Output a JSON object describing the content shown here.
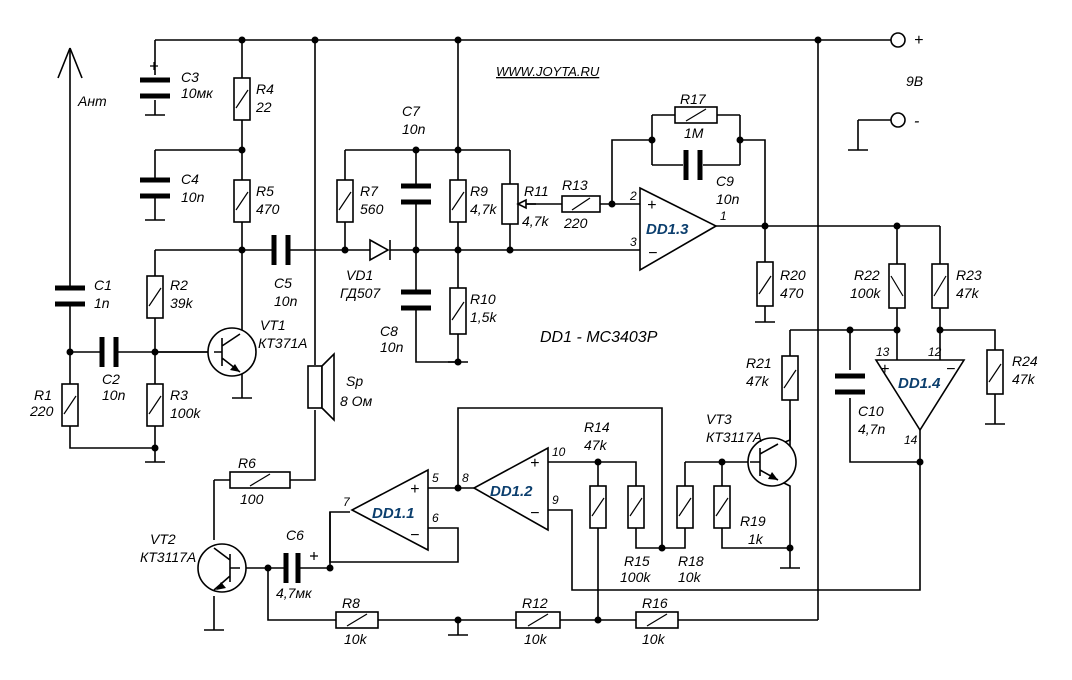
{
  "site": "WWW.JOYTA.RU",
  "chip": "DD1 - MC3403P",
  "supply": {
    "plus": "+",
    "minus": "-",
    "voltage": "9В"
  },
  "antenna": "Ант",
  "opamps": {
    "dd11": "DD1.1",
    "dd12": "DD1.2",
    "dd13": "DD1.3",
    "dd14": "DD1.4"
  },
  "pins": {
    "p1": "1",
    "p2": "2",
    "p3": "3",
    "p5": "5",
    "p6": "6",
    "p7": "7",
    "p8": "8",
    "p9": "9",
    "p10": "10",
    "p12": "12",
    "p13": "13",
    "p14": "14",
    "plus": "+",
    "minus": "−"
  },
  "components": {
    "C1": {
      "name": "C1",
      "value": "1n"
    },
    "C2": {
      "name": "C2",
      "value": "10n"
    },
    "C3": {
      "name": "C3",
      "value": "10мк"
    },
    "C4": {
      "name": "C4",
      "value": "10n"
    },
    "C5": {
      "name": "C5",
      "value": "10n"
    },
    "C6": {
      "name": "C6",
      "value": "4,7мк"
    },
    "C7": {
      "name": "C7",
      "value": "10n"
    },
    "C8": {
      "name": "C8",
      "value": "10n"
    },
    "C9": {
      "name": "C9",
      "value": "10n"
    },
    "C10": {
      "name": "C10",
      "value": "4,7n"
    },
    "R1": {
      "name": "R1",
      "value": "220"
    },
    "R2": {
      "name": "R2",
      "value": "39k"
    },
    "R3": {
      "name": "R3",
      "value": "100k"
    },
    "R4": {
      "name": "R4",
      "value": "22"
    },
    "R5": {
      "name": "R5",
      "value": "470"
    },
    "R6": {
      "name": "R6",
      "value": "100"
    },
    "R7": {
      "name": "R7",
      "value": "560"
    },
    "R8": {
      "name": "R8",
      "value": "10k"
    },
    "R9": {
      "name": "R9",
      "value": "4,7k"
    },
    "R10": {
      "name": "R10",
      "value": "1,5k"
    },
    "R11": {
      "name": "R11",
      "value": "4,7k"
    },
    "R12": {
      "name": "R12",
      "value": "10k"
    },
    "R13": {
      "name": "R13",
      "value": "220"
    },
    "R14": {
      "name": "R14",
      "value": "47k"
    },
    "R15": {
      "name": "R15",
      "value": "100k"
    },
    "R16": {
      "name": "R16",
      "value": "10k"
    },
    "R17": {
      "name": "R17",
      "value": "1M"
    },
    "R18": {
      "name": "R18",
      "value": "10k"
    },
    "R19": {
      "name": "R19",
      "value": "1k"
    },
    "R20": {
      "name": "R20",
      "value": "470"
    },
    "R21": {
      "name": "R21",
      "value": "47k"
    },
    "R22": {
      "name": "R22",
      "value": "100k"
    },
    "R23": {
      "name": "R23",
      "value": "47k"
    },
    "R24": {
      "name": "R24",
      "value": "47k"
    },
    "VD1": {
      "name": "VD1",
      "value": "ГД507"
    },
    "VT1": {
      "name": "VT1",
      "value": "КТ371А"
    },
    "VT2": {
      "name": "VT2",
      "value": "КТ3117А"
    },
    "VT3": {
      "name": "VT3",
      "value": "КТ3117А"
    },
    "Sp": {
      "name": "Sp",
      "value": "8 Ом"
    }
  }
}
